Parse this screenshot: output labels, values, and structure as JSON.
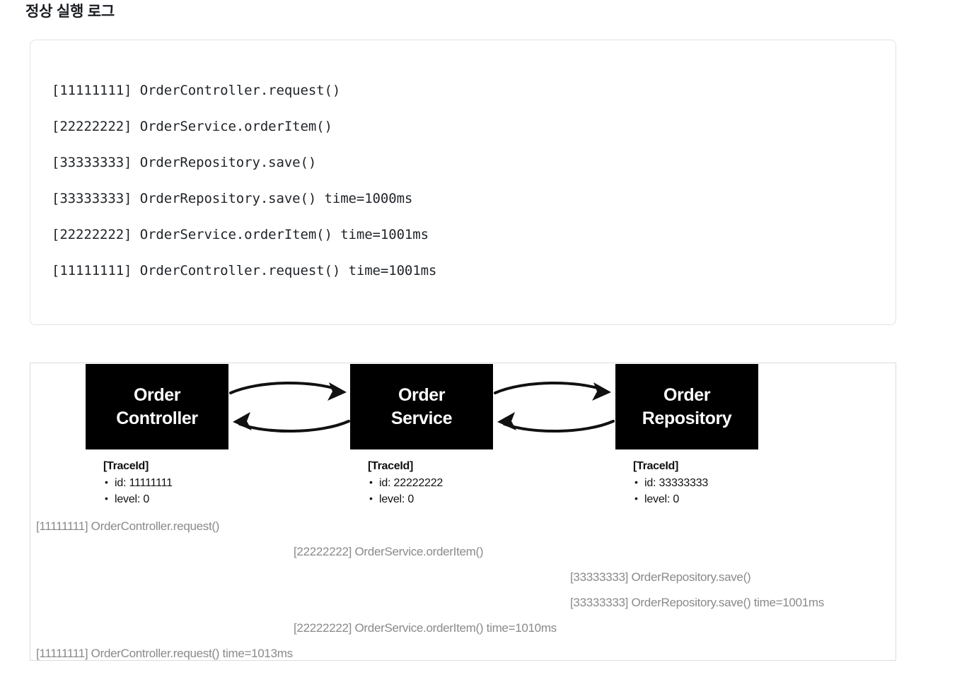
{
  "page": {
    "title": "정상 실행 로그"
  },
  "log_block": {
    "lines": [
      "[11111111] OrderController.request()",
      "[22222222] OrderService.orderItem()",
      "[33333333] OrderRepository.save()",
      "[33333333] OrderRepository.save() time=1000ms",
      "[22222222] OrderService.orderItem() time=1001ms",
      "[11111111] OrderController.request() time=1001ms"
    ]
  },
  "diagram": {
    "nodes": [
      {
        "name": "order-controller",
        "title_line1": "Order",
        "title_line2": "Controller",
        "trace_title": "[TraceId]",
        "trace_id": "id: 11111111",
        "trace_level": "level: 0"
      },
      {
        "name": "order-service",
        "title_line1": "Order",
        "title_line2": "Service",
        "trace_title": "[TraceId]",
        "trace_id": "id: 22222222",
        "trace_level": "level: 0"
      },
      {
        "name": "order-repository",
        "title_line1": "Order",
        "title_line2": "Repository",
        "trace_title": "[TraceId]",
        "trace_id": "id: 33333333",
        "trace_level": "level: 0"
      }
    ],
    "arrows": [
      {
        "name": "controller-to-service",
        "direction": "right"
      },
      {
        "name": "service-to-controller",
        "direction": "left"
      },
      {
        "name": "service-to-repository",
        "direction": "right"
      },
      {
        "name": "repository-to-service",
        "direction": "left"
      }
    ],
    "trace_log_lines": [
      {
        "text": "[11111111] OrderController.request()",
        "indent": 8,
        "row": 0
      },
      {
        "text": "[22222222] OrderService.orderItem()",
        "indent": 372,
        "row": 1
      },
      {
        "text": "[33333333] OrderRepository.save()",
        "indent": 763,
        "row": 2
      },
      {
        "text": "[33333333] OrderRepository.save() time=1001ms",
        "indent": 763,
        "row": 3
      },
      {
        "text": "[22222222] OrderService.orderItem() time=1010ms",
        "indent": 372,
        "row": 4
      },
      {
        "text": "[11111111] OrderController.request() time=1013ms",
        "indent": 8,
        "row": 5
      }
    ]
  },
  "colors": {
    "node_background": "#000000",
    "node_text": "#ffffff",
    "code_text": "#1f2328",
    "trace_log_text": "#8a8a8a",
    "border": "#e3e3e5",
    "page_background": "#ffffff"
  }
}
